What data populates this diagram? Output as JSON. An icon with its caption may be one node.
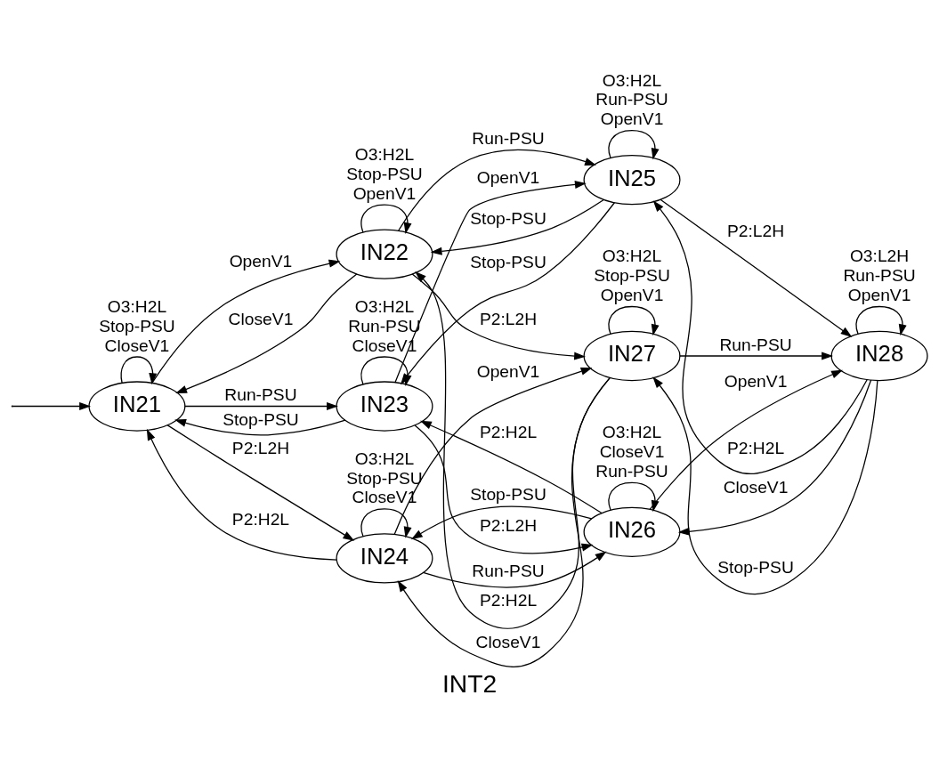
{
  "diagram": {
    "caption": "INT2",
    "nodes": [
      {
        "text": [
          "IN21"
        ]
      },
      {
        "text": [
          "IN22"
        ]
      },
      {
        "text": [
          "IN23"
        ]
      },
      {
        "text": [
          "IN24"
        ]
      },
      {
        "text": [
          "IN25"
        ]
      },
      {
        "text": [
          "IN26"
        ]
      },
      {
        "text": [
          "IN27"
        ]
      },
      {
        "text": [
          "IN28"
        ]
      }
    ],
    "edges": [
      {
        "from": null,
        "to": 0,
        "arrow": "to"
      },
      {
        "from": 0,
        "to": 0,
        "arrow": "to",
        "label": "O3:H2L Stop-PSU CloseV1"
      },
      {
        "from": 1,
        "to": 1,
        "arrow": "to",
        "label": "O3:H2L Stop-PSU OpenV1"
      },
      {
        "from": 2,
        "to": 2,
        "arrow": "to",
        "label": "O3:H2L Run-PSU CloseV1"
      },
      {
        "from": 3,
        "to": 3,
        "arrow": "to",
        "label": "O3:H2L Stop-PSU CloseV1"
      },
      {
        "from": 4,
        "to": 4,
        "arrow": "to",
        "label": "O3:H2L Run-PSU OpenV1"
      },
      {
        "from": 5,
        "to": 5,
        "arrow": "to",
        "label": "O3:H2L CloseV1 Run-PSU"
      },
      {
        "from": 6,
        "to": 6,
        "arrow": "to",
        "label": "O3:H2L Stop-PSU OpenV1"
      },
      {
        "from": 7,
        "to": 7,
        "arrow": "to",
        "label": "O3:L2H Run-PSU OpenV1"
      },
      {
        "from": 0,
        "to": 1,
        "arrow": "to",
        "label": "OpenV1"
      },
      {
        "from": 1,
        "to": 0,
        "arrow": "to",
        "label": "CloseV1"
      },
      {
        "from": 0,
        "to": 2,
        "arrow": "to",
        "label": "Run-PSU"
      },
      {
        "from": 2,
        "to": 0,
        "arrow": "to",
        "label": "Stop-PSU"
      },
      {
        "from": 0,
        "to": 3,
        "arrow": "to",
        "label": "P2:L2H"
      },
      {
        "from": 3,
        "to": 0,
        "arrow": "to",
        "label": "P2:H2L"
      },
      {
        "from": 1,
        "to": 4,
        "arrow": "to",
        "label": "Run-PSU"
      },
      {
        "from": 4,
        "to": 1,
        "arrow": "to",
        "label": "Stop-PSU"
      },
      {
        "from": 2,
        "to": 4,
        "arrow": "to",
        "label": "OpenV1"
      },
      {
        "from": 4,
        "to": 2,
        "arrow": "to",
        "label": "Stop-PSU"
      },
      {
        "from": 2,
        "to": 5,
        "arrow": "to",
        "label": "P2:L2H"
      },
      {
        "from": 5,
        "to": 2,
        "arrow": "to",
        "label": "P2:H2L"
      },
      {
        "from": 3,
        "to": 5,
        "arrow": "to",
        "label": "Run-PSU"
      },
      {
        "from": 5,
        "to": 3,
        "arrow": "to",
        "label": "Stop-PSU"
      },
      {
        "from": 3,
        "to": 6,
        "arrow": "to",
        "label": "OpenV1"
      },
      {
        "from": 6,
        "to": 3,
        "arrow": "to",
        "label": "CloseV1"
      },
      {
        "from": 4,
        "to": 7,
        "arrow": "to",
        "label": "P2:L2H"
      },
      {
        "from": 7,
        "to": 4,
        "arrow": "to",
        "label": "P2:H2L"
      },
      {
        "from": 5,
        "to": 7,
        "arrow": "to",
        "label": "OpenV1"
      },
      {
        "from": 7,
        "to": 5,
        "arrow": "to",
        "label": "CloseV1"
      },
      {
        "from": 6,
        "to": 7,
        "arrow": "to",
        "label": "Run-PSU"
      },
      {
        "from": 7,
        "to": 6,
        "arrow": "to",
        "label": "Stop-PSU"
      },
      {
        "from": 6,
        "to": 1,
        "arrow": "to",
        "label": "P2:H2L"
      },
      {
        "from": 1,
        "to": 6,
        "arrow": "to",
        "label": "P2:L2H"
      }
    ]
  }
}
